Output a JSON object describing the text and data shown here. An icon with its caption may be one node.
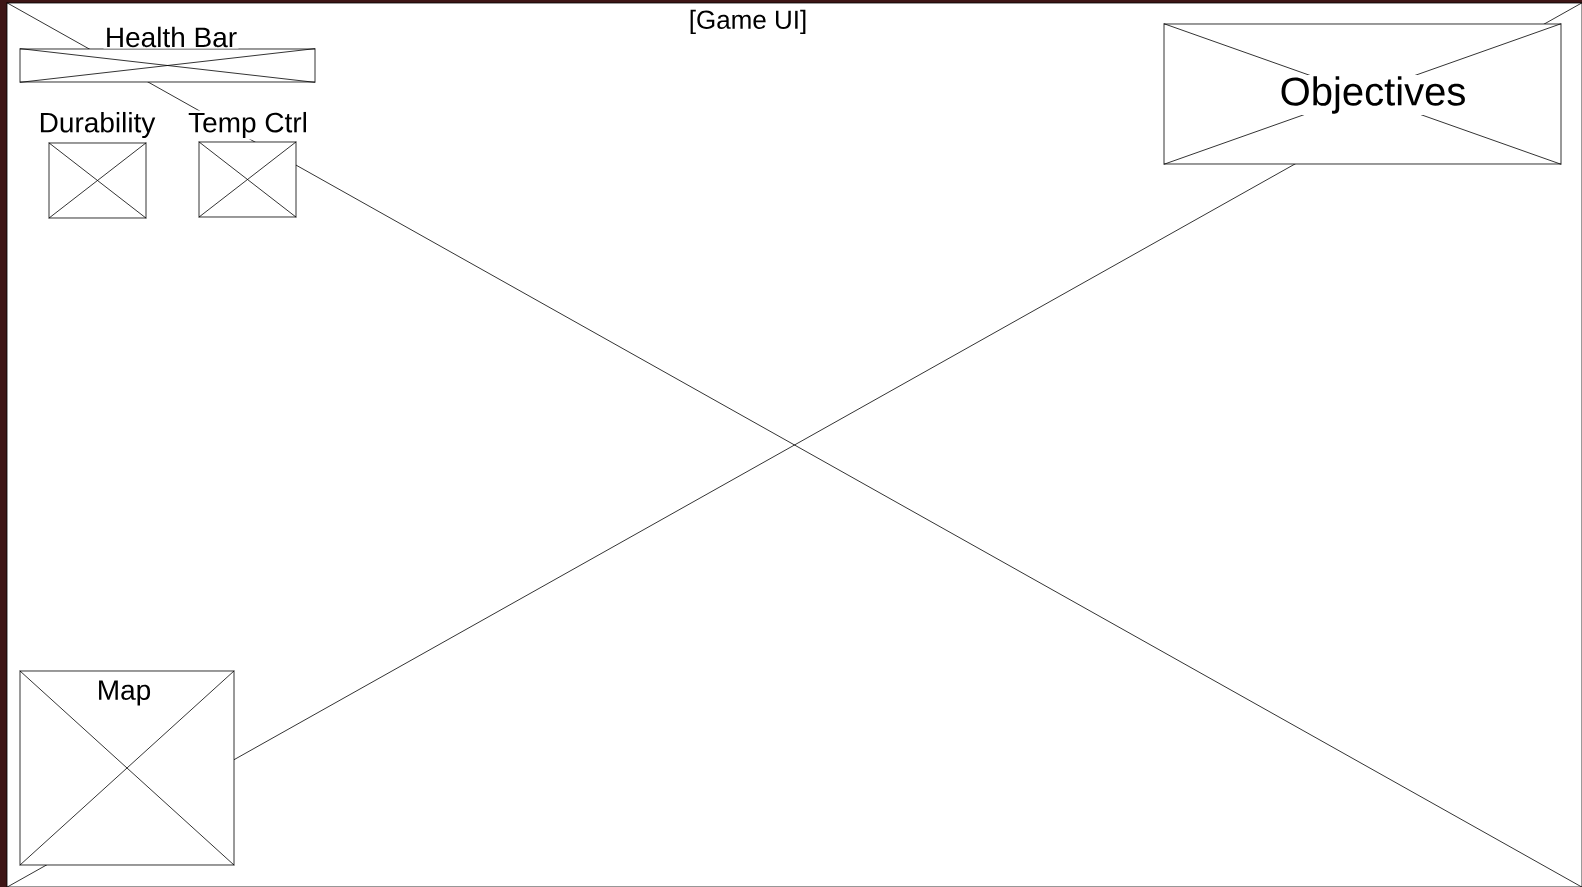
{
  "diagram": {
    "nodes": [
      {
        "text": [
          "[Game UI]"
        ]
      },
      {
        "text": [
          "Health Bar"
        ],
        "in": 0
      },
      {
        "text": [
          "Durability"
        ],
        "in": 0
      },
      {
        "text": [
          "Temp Ctrl"
        ],
        "in": 0
      },
      {
        "text": [
          "Objectives"
        ],
        "in": 0
      },
      {
        "text": [
          "Map"
        ],
        "in": 0
      }
    ]
  }
}
